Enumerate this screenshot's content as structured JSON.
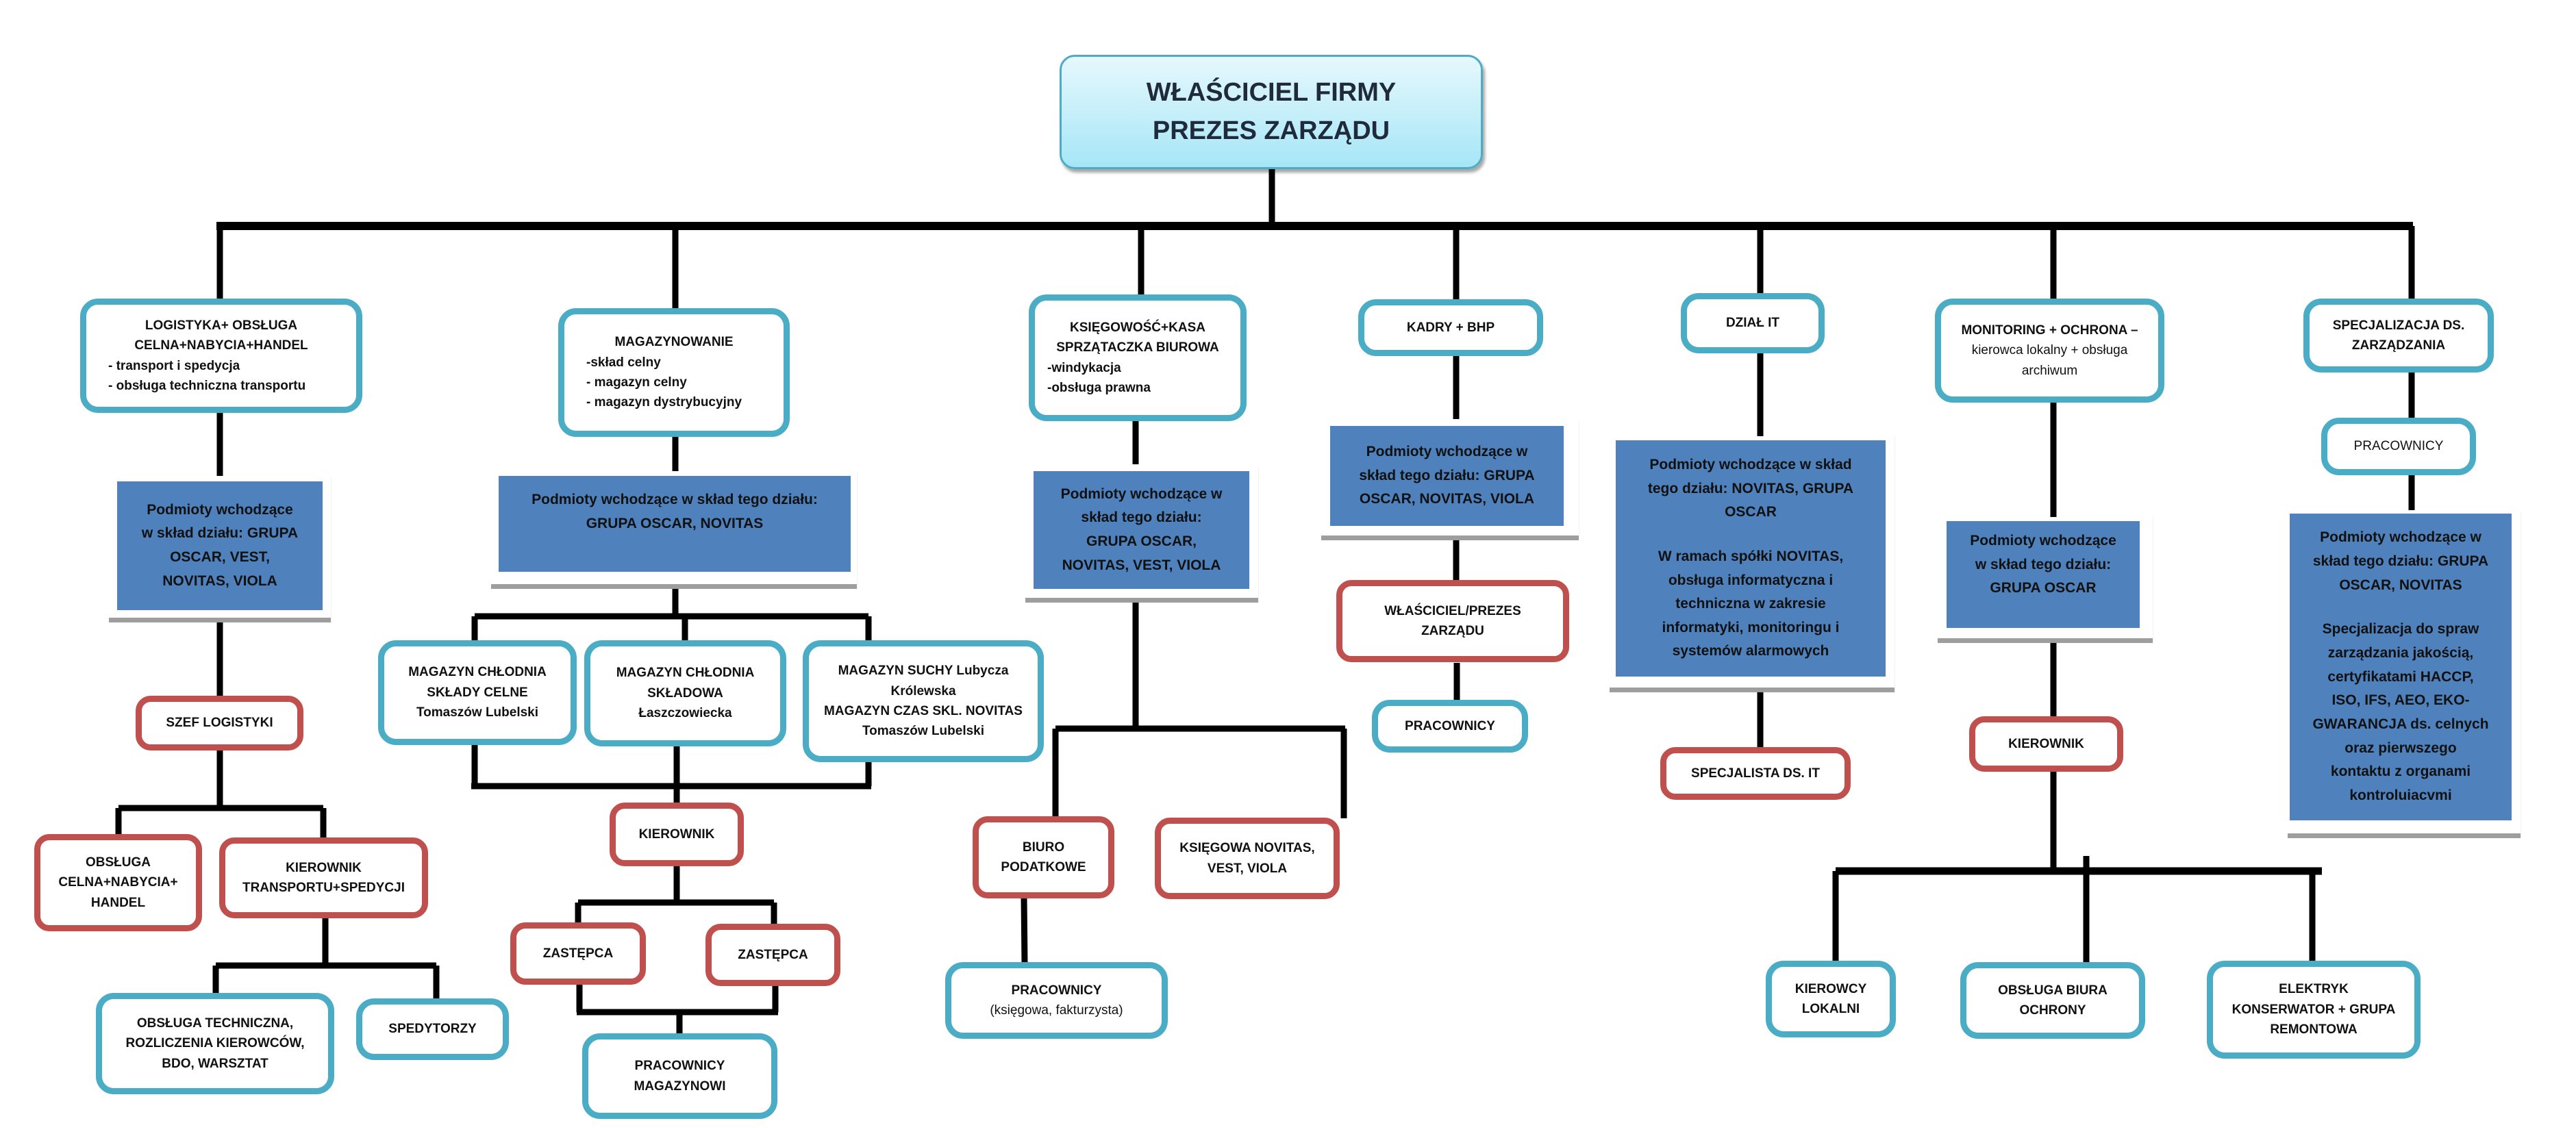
{
  "root": {
    "lines": [
      "WŁAŚCICIEL FIRMY",
      "PREZES ZARZĄDU"
    ]
  },
  "departments": {
    "logistyka": {
      "title": [
        "LOGISTYKA+ OBSŁUGA",
        "CELNA+NABYCIA+HANDEL"
      ],
      "items": [
        "- transport i spedycja",
        "- obsługa techniczna transportu"
      ],
      "entities": [
        "Podmioty wchodzące",
        "w skład działu: GRUPA",
        "OSCAR, VEST,",
        "NOVITAS, VIOLA"
      ],
      "head": "SZEF LOGISTYKI",
      "sub_left": [
        "OBSŁUGA",
        "CELNA+NABYCIA+",
        "HANDEL"
      ],
      "sub_right": [
        "KIEROWNIK",
        "TRANSPORTU+SPEDYCJI"
      ],
      "staff_left": [
        "OBSŁUGA TECHNICZNA,",
        "ROZLICZENIA KIEROWCÓW,",
        "BDO, WARSZTAT"
      ],
      "staff_right": "SPEDYTORZY"
    },
    "magazyn": {
      "title": [
        "MAGAZYNOWANIE"
      ],
      "items": [
        "-skład celny",
        "- magazyn celny",
        "- magazyn dystrybucyjny"
      ],
      "entities": [
        "Podmioty wchodzące w skład tego działu:",
        "GRUPA OSCAR, NOVITAS"
      ],
      "warehouses": [
        [
          "MAGAZYN CHŁODNIA",
          "SKŁADY CELNE",
          "Tomaszów Lubelski"
        ],
        [
          "MAGAZYN CHŁODNIA",
          "SKŁADOWA",
          "Łaszczowiecka"
        ],
        [
          "MAGAZYN SUCHY Lubycza",
          "Królewska",
          "MAGAZYN CZAS SKL. NOVITAS",
          "Tomaszów Lubelski"
        ]
      ],
      "head": "KIEROWNIK",
      "deputies": [
        "ZASTĘPCA",
        "ZASTĘPCA"
      ],
      "staff": [
        "PRACOWNICY",
        "MAGAZYNOWI"
      ]
    },
    "ksiegowosc": {
      "title": [
        "KSIĘGOWOŚĆ+KASA",
        "SPRZĄTACZKA BIUROWA"
      ],
      "items": [
        "-windykacja",
        "-obsługa prawna"
      ],
      "entities": [
        "Podmioty wchodzące w",
        "skład tego działu:",
        "GRUPA OSCAR,",
        "NOVITAS, VEST, VIOLA"
      ],
      "sub_left": [
        "BIURO",
        "PODATKOWE"
      ],
      "sub_right": [
        "KSIĘGOWA NOVITAS,",
        "VEST, VIOLA"
      ],
      "staff": [
        "PRACOWNICY",
        "(księgowa, fakturzysta)"
      ]
    },
    "kadry": {
      "title": [
        "KADRY + BHP"
      ],
      "entities": [
        "Podmioty wchodzące w",
        "skład tego działu: GRUPA",
        "OSCAR, NOVITAS, VIOLA"
      ],
      "head": [
        "WŁAŚCICIEL/PREZES",
        "ZARZĄDU"
      ],
      "staff": "PRACOWNICY"
    },
    "it": {
      "title": [
        "DZIAŁ IT"
      ],
      "entities": [
        "Podmioty wchodzące w skład",
        "tego działu: NOVITAS, GRUPA",
        "OSCAR"
      ],
      "description": [
        "W ramach spółki NOVITAS,",
        "obsługa informatyczna i",
        "techniczna w zakresie",
        "informatyki, monitoringu i",
        "systemów alarmowych"
      ],
      "head": "SPECJALISTA DS.  IT"
    },
    "monitoring": {
      "title": [
        "MONITORING + OCHRONA –",
        "kierowca lokalny + obsługa",
        "archiwum"
      ],
      "entities": [
        "Podmioty wchodzące",
        "w skład tego działu:",
        "GRUPA OSCAR"
      ],
      "head": "KIEROWNIK",
      "staff": [
        [
          "KIEROWCY",
          "LOKALNI"
        ],
        [
          "OBSŁUGA BIURA",
          "OCHRONY"
        ],
        [
          "ELEKTRYK",
          "KONSERWATOR + GRUPA",
          "REMONTOWA"
        ]
      ]
    },
    "zarzadzanie": {
      "title": [
        "SPECJALIZACJA DS.",
        "ZARZĄDZANIA"
      ],
      "staff": "PRACOWNICY",
      "entities": [
        "Podmioty wchodzące w",
        "skład tego działu: GRUPA",
        "OSCAR, NOVITAS"
      ],
      "description": [
        "Specjalizacja do spraw",
        "zarządzania jakością,",
        "certyfikatami HACCP,",
        "ISO, IFS,  AEO, EKO-",
        "GWARANCJA ds. celnych",
        "oraz pierwszego",
        "kontaktu z organami",
        "kontroluiacvmi"
      ]
    }
  },
  "colors": {
    "blue_border": "#4bacc6",
    "red_border": "#c0504d",
    "entity_fill": "#4f81bd",
    "connector": "#000000"
  }
}
